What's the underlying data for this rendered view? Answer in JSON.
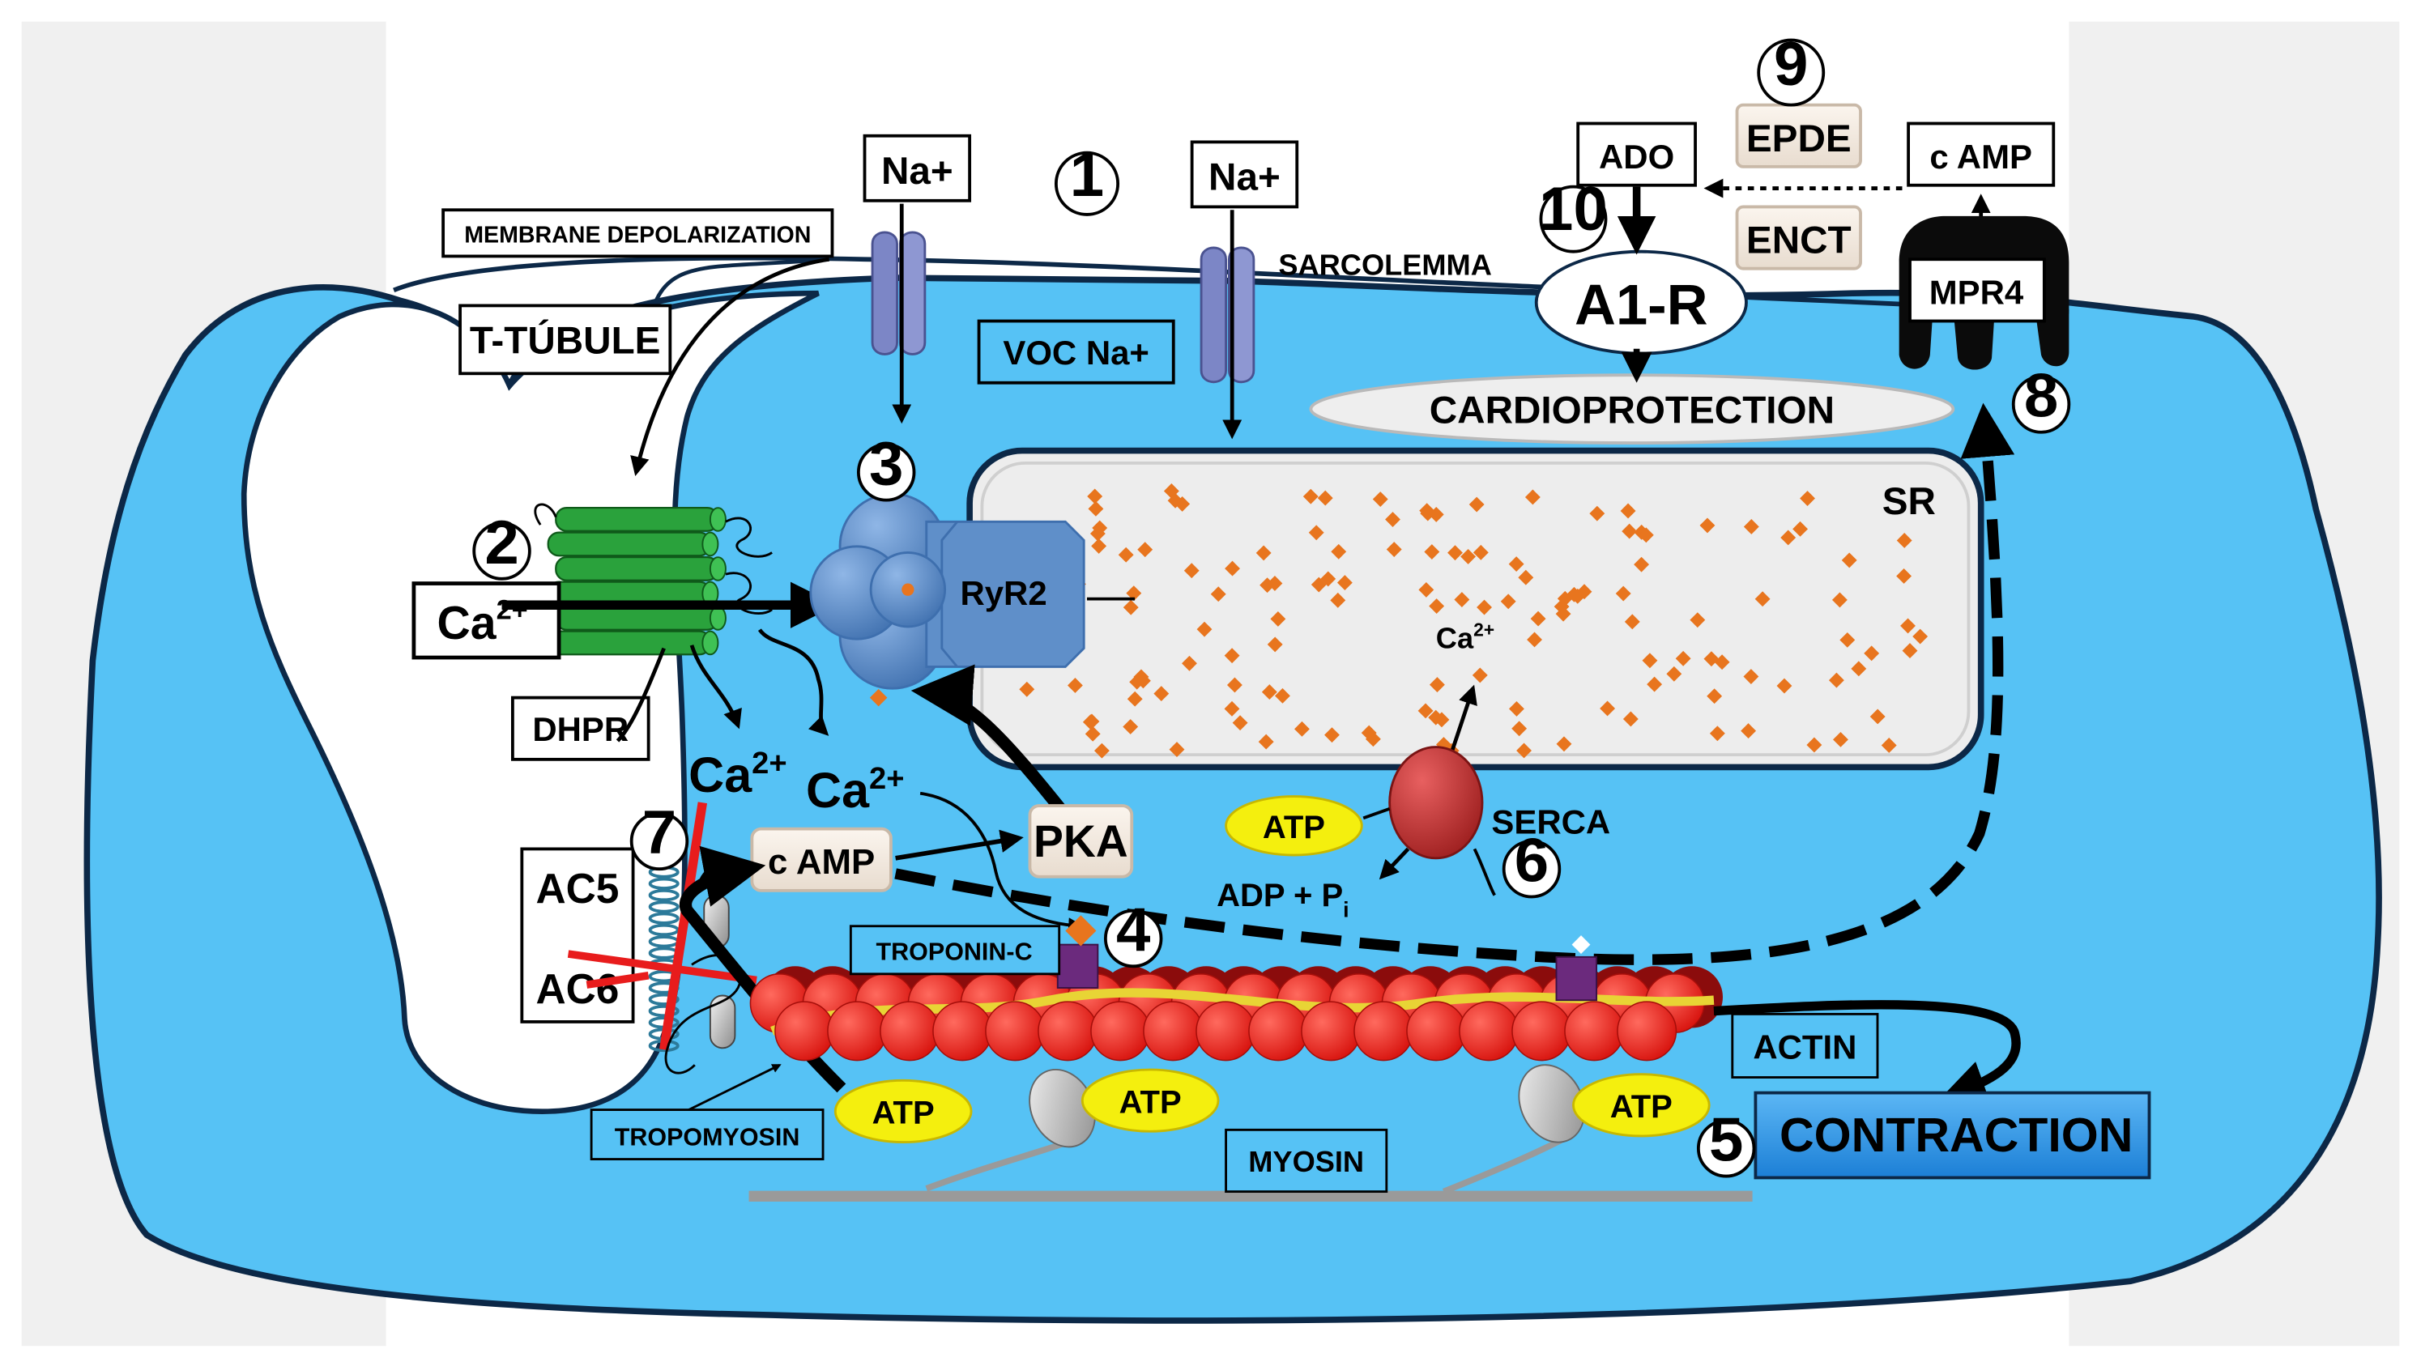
{
  "labels": {
    "membrane_depolarization": "MEMBRANE DEPOLARIZATION",
    "t_tubule": "T-TÚBULE",
    "na_left": "Na+",
    "na_right": "Na+",
    "voc_na": "VOC Na+",
    "sarcolemma": "SARCOLEMMA",
    "ado": "ADO",
    "epde": "EPDE",
    "enct": "ENCT",
    "camp_top": "c AMP",
    "a1r": "A1-R",
    "mpr4": "MPR4",
    "cardioprotection": "CARDIOPROTECTION",
    "sr": "SR",
    "ryr2": "RyR2",
    "ca_main": "Ca",
    "ca_sup": "2+",
    "dhpr": "DHPR",
    "ca_red": "Ca",
    "ca_red_sup": "2+",
    "ca_orange": "Ca",
    "ca_orange_sup": "2+",
    "ca_sr": "Ca",
    "ca_sr_sup": "2+",
    "camp_mid": "c AMP",
    "pka": "PKA",
    "atp_serca": "ATP",
    "serca": "SERCA",
    "adp_pi": "ADP + P",
    "adp_pi_sub": "i",
    "ac5": "AC5",
    "ac6": "AC6",
    "troponin_c": "TROPONIN-C",
    "actin": "ACTIN",
    "tropomyosin": "TROPOMYOSIN",
    "atp_left": "ATP",
    "atp_mid": "ATP",
    "atp_right": "ATP",
    "myosin": "MYOSIN",
    "contraction": "CONTRACTION"
  },
  "step_numbers": [
    "1",
    "2",
    "3",
    "4",
    "5",
    "6",
    "7",
    "8",
    "9",
    "10"
  ],
  "colors": {
    "cytoplasm": "#56c2f5",
    "sr_interior": "#eeeeee",
    "actin_bead": "#e8161a",
    "actin_back": "#8b0c0c",
    "tropomyosin_strand": "#e8d435",
    "atp_badge": "#f4ef0e",
    "dhpr": "#2aa23c",
    "ryr2": "#5f8fc9",
    "channel": "#7c86c6",
    "serca": "#c42e2e",
    "contraction_box": "#2a90e0",
    "ca_red": "#e81c1c",
    "ca_orange": "#e8751e",
    "troponin": "#6b2a7d",
    "ca_particles": "#e8751e"
  }
}
